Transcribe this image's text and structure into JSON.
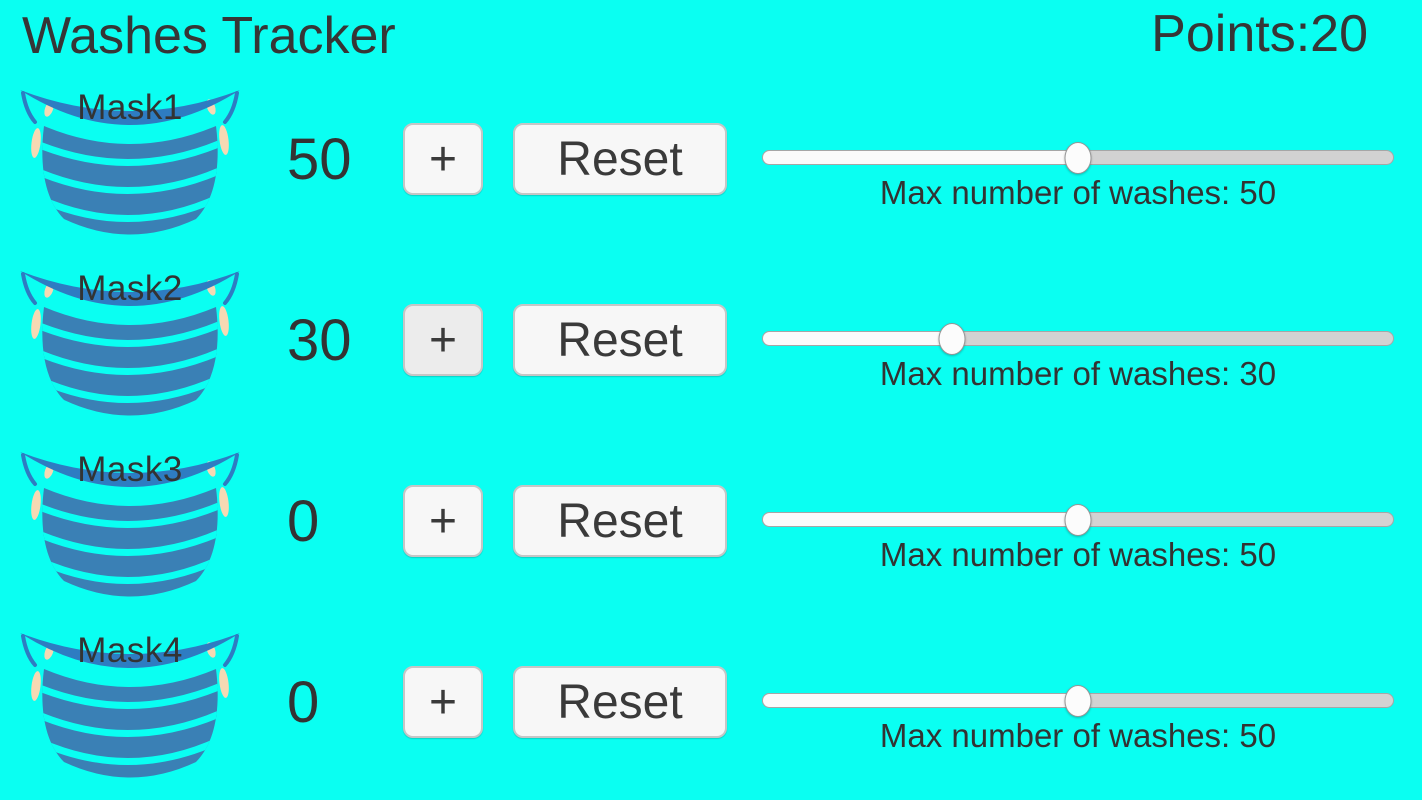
{
  "header": {
    "title": "Washes Tracker",
    "points_label": "Points:",
    "points_value": "20"
  },
  "colors": {
    "background": "#0afff2",
    "text": "#333333",
    "mask_body_blue": "#3a80b5",
    "mask_band_blue": "#2e7cc2",
    "mask_pleat_cyan": "#0afff2",
    "ear_loop_peach": "#f6d9b3",
    "button_background": "#f7f7f7",
    "button_background_highlighted": "#ececec",
    "slider_fill": "#fbfbfb",
    "slider_track": "#d2d2d2"
  },
  "rows": [
    {
      "mask_label": "Mask1",
      "count": "50",
      "plus_label": "+",
      "reset_label": "Reset",
      "slider_percent": 50,
      "caption": "Max number of washes: 50"
    },
    {
      "mask_label": "Mask2",
      "count": "30",
      "plus_label": "+",
      "reset_label": "Reset",
      "slider_percent": 30,
      "caption": "Max number of washes: 30"
    },
    {
      "mask_label": "Mask3",
      "count": "0",
      "plus_label": "+",
      "reset_label": "Reset",
      "slider_percent": 50,
      "caption": "Max number of washes: 50"
    },
    {
      "mask_label": "Mask4",
      "count": "0",
      "plus_label": "+",
      "reset_label": "Reset",
      "slider_percent": 50,
      "caption": "Max number of washes: 50"
    }
  ]
}
